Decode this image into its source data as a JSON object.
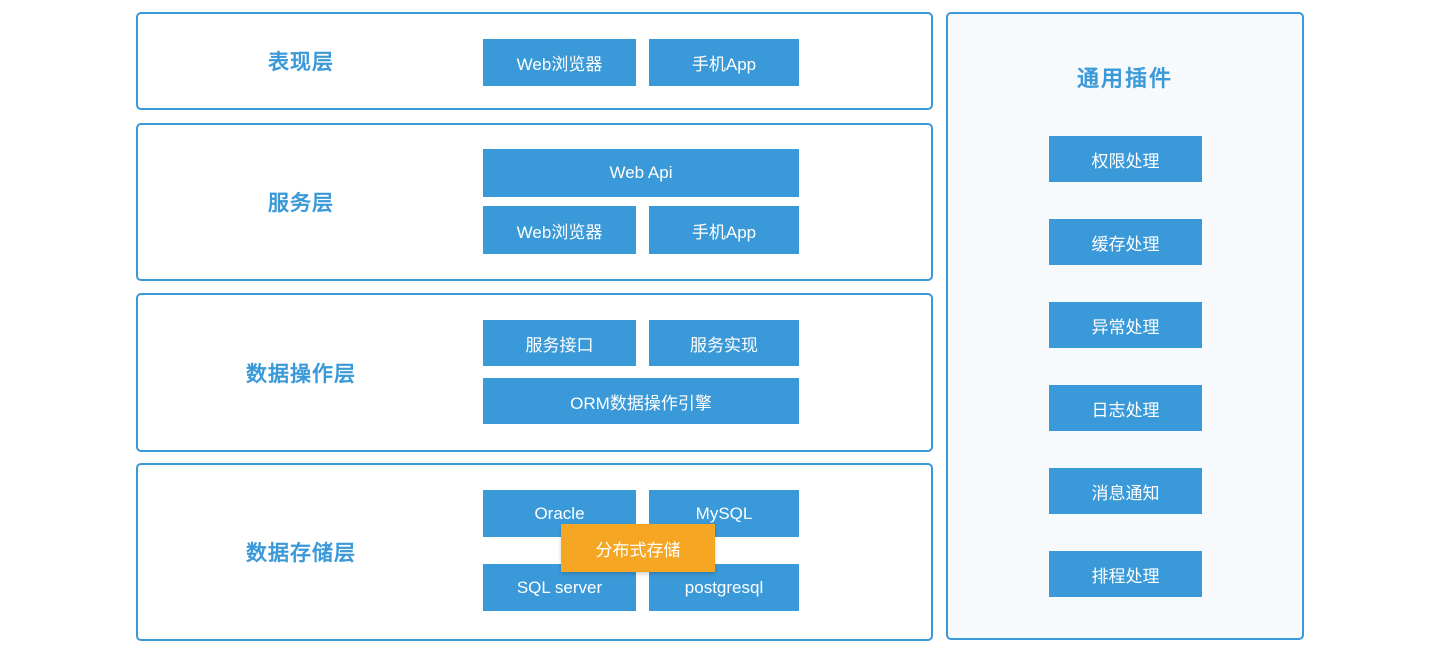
{
  "colors": {
    "accent": "#3a99d8",
    "node_fill": "#3a99d8",
    "node_text": "#ffffff",
    "highlight": "#f5a623",
    "panel_bg": "#f6fafd",
    "page_bg": "#ffffff"
  },
  "layers": [
    {
      "label": "表现层",
      "nodes": [
        "Web浏览器",
        "手机App"
      ]
    },
    {
      "label": "服务层",
      "nodes": [
        "Web Api",
        "Web浏览器",
        "手机App"
      ]
    },
    {
      "label": "数据操作层",
      "nodes": [
        "服务接口",
        "服务实现",
        "ORM数据操作引擎"
      ]
    },
    {
      "label": "数据存储层",
      "nodes": [
        "Oracle",
        "MySQL",
        "SQL server",
        "postgresql"
      ],
      "overlay": "分布式存储"
    }
  ],
  "plugins": {
    "title": "通用插件",
    "items": [
      "权限处理",
      "缓存处理",
      "异常处理",
      "日志处理",
      "消息通知",
      "排程处理"
    ]
  }
}
